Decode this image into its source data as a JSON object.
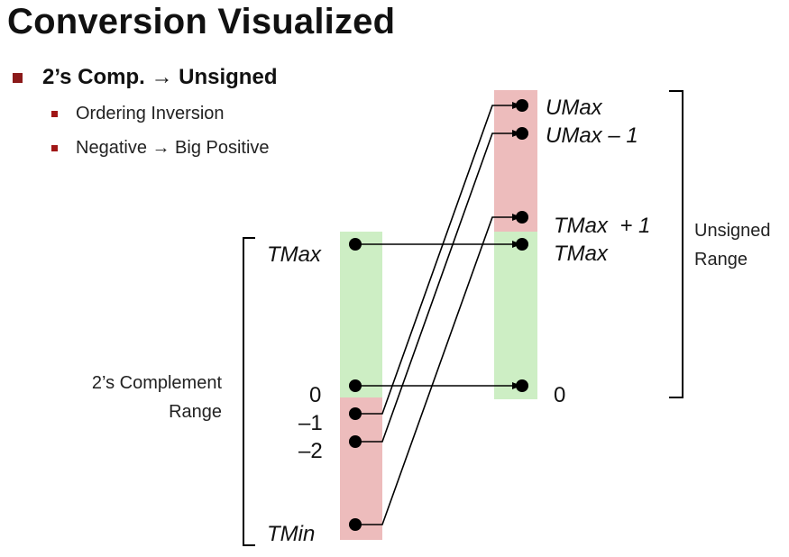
{
  "slide": {
    "title": "Conversion Visualized",
    "bullet": {
      "text": "2’s Comp. → Unsigned",
      "sub_items": [
        "Ordering Inversion",
        "Negative → Big Positive"
      ]
    }
  },
  "diagram": {
    "left_range_label": [
      "2’s Complement",
      "Range"
    ],
    "right_range_label": [
      "Unsigned",
      "Range"
    ],
    "left_labels": {
      "tmax": "TMax",
      "zero": "0",
      "minus_one": "–1",
      "minus_two": "–2",
      "tmin": "TMin"
    },
    "right_labels": {
      "umax": "UMax",
      "umax_minus_1": "UMax – 1",
      "tmax_plus_1": "TMax  + 1",
      "tmax": "TMax",
      "zero": "0"
    },
    "colors": {
      "positive_band": "#cdeec4",
      "negative_band": "#edbcbc",
      "bullet_marker": "#8b1a1a",
      "lines": "#000000"
    }
  }
}
